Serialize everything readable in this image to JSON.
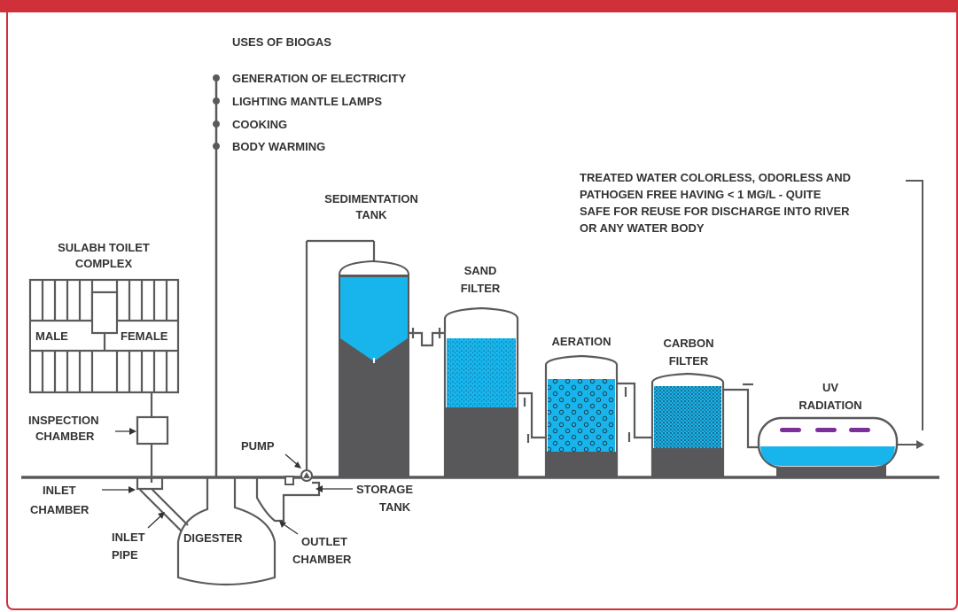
{
  "colors": {
    "accent": "#d0303a",
    "line": "#5a5a5c",
    "tank_dark": "#58585a",
    "water": "#18b4ec",
    "text": "#333333"
  },
  "uses": {
    "title": "USES OF BIOGAS",
    "items": [
      "GENERATION OF ELECTRICITY",
      "LIGHTING MANTLE LAMPS",
      "COOKING",
      "BODY WARMING"
    ]
  },
  "labels": {
    "toilet": [
      "SULABH TOILET",
      "COMPLEX"
    ],
    "male": "MALE",
    "female": "FEMALE",
    "inspection": [
      "INSPECTION",
      "CHAMBER"
    ],
    "inlet_chamber": [
      "INLET",
      "CHAMBER"
    ],
    "inlet_pipe": [
      "INLET",
      "PIPE"
    ],
    "digester": "DIGESTER",
    "outlet": [
      "OUTLET",
      "CHAMBER"
    ],
    "pump": "PUMP",
    "storage": [
      "STORAGE",
      "TANK"
    ],
    "sedimentation": [
      "SEDIMENTATION",
      "TANK"
    ],
    "sand": [
      "SAND",
      "FILTER"
    ],
    "aeration": "AERATION",
    "carbon": [
      "CARBON",
      "FILTER"
    ],
    "uv": [
      "UV",
      "RADIATION"
    ]
  },
  "treated_note": [
    "TREATED WATER COLORLESS, ODORLESS AND",
    "PATHOGEN FREE HAVING < 1 MG/L - QUITE",
    "SAFE FOR REUSE FOR DISCHARGE INTO RIVER",
    "OR ANY WATER BODY"
  ]
}
